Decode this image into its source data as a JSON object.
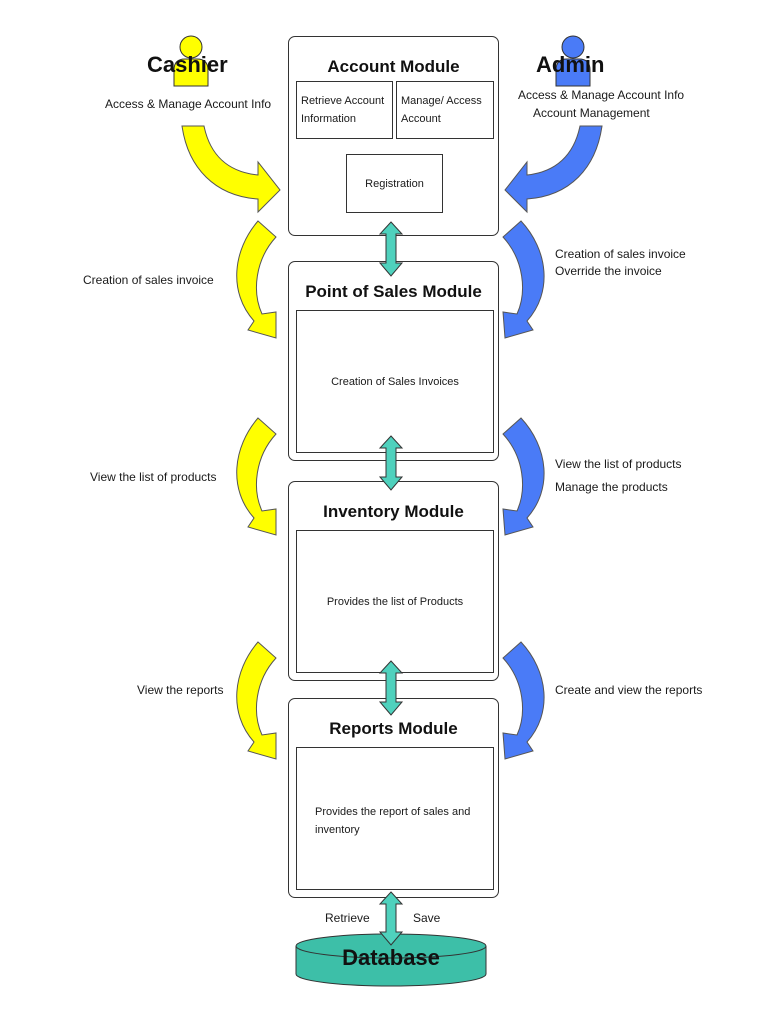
{
  "actors": {
    "cashier": {
      "name": "Cashier",
      "color": "#ffff00",
      "labels": {
        "account": "Access & Manage Account Info",
        "pos": "Creation of sales invoice",
        "inventory": "View the list of products",
        "reports": "View the reports"
      }
    },
    "admin": {
      "name": "Admin",
      "color": "#4a7bf7",
      "labels": {
        "account_1": "Access & Manage Account Info",
        "account_2": "Account Management",
        "pos_1": "Creation of sales invoice",
        "pos_2": "Override the invoice",
        "inventory_1": "View the list of products",
        "inventory_2": "Manage the products",
        "reports": "Create and view the reports"
      }
    }
  },
  "modules": {
    "account": {
      "title": "Account Module",
      "retrieve_1": "Retrieve Account",
      "retrieve_2": "Information",
      "manage_1": "Manage/ Access",
      "manage_2": "Account",
      "registration": "Registration"
    },
    "pos": {
      "title": "Point of Sales Module",
      "content": "Creation of Sales Invoices"
    },
    "inventory": {
      "title": "Inventory Module",
      "content": "Provides the list of Products"
    },
    "reports": {
      "title": "Reports Module",
      "content_1": "Provides the report of sales and",
      "content_2": "inventory"
    }
  },
  "database": {
    "label": "Database",
    "retrieve": "Retrieve",
    "save": "Save",
    "color": "#3dbfa8"
  },
  "colors": {
    "connector": "#4fd1bd",
    "cashier_arrow": "#ffff00",
    "admin_arrow": "#4a7bf7"
  }
}
